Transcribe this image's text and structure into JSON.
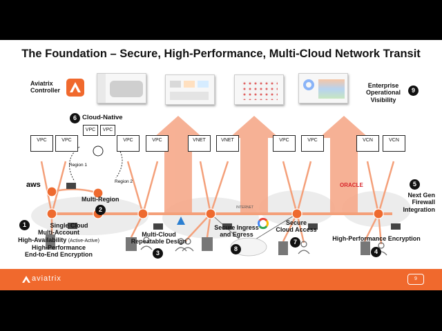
{
  "title": "The Foundation – Secure, High-Performance, Multi-Cloud Network Transit",
  "controller": {
    "line1": "Aviatrix",
    "line2": "Controller"
  },
  "visibility": {
    "line1": "Enterprise",
    "line2": "Operational",
    "line3": "Visibility",
    "badge": "9"
  },
  "cloud_native": {
    "label": "Cloud-Native",
    "badge": "6",
    "boxes": [
      "VPC",
      "VPC"
    ]
  },
  "vpc_boxes": [
    "VPC",
    "VPC",
    "VPC",
    "VPC",
    "VNET",
    "VNET",
    "VPC",
    "VPC",
    "VCN",
    "VCN"
  ],
  "regions": {
    "r1": "Region 1",
    "r2": "Region 2"
  },
  "clouds": {
    "aws": "aws",
    "oracle": "ORACLE"
  },
  "internet": "INTERNET",
  "features": {
    "f1": {
      "badge": "1",
      "line1": "Single Cloud",
      "line2": "Multi-Account",
      "line3": "High-Availability",
      "line3_small": "(Active-Active)",
      "line4": "High-Performance",
      "line5": "End-to-End Encryption"
    },
    "f2": {
      "badge": "2",
      "label": "Multi-Region"
    },
    "f3": {
      "badge": "3",
      "line1": "Multi-Cloud",
      "line2": "Repeatable Design"
    },
    "f4": {
      "badge": "4",
      "label": "High-Performance Encryption"
    },
    "f5": {
      "badge": "5",
      "line1": "Next Gen",
      "line2": "Firewall",
      "line3": "Integration"
    },
    "f7": {
      "badge": "7",
      "line1": "Secure",
      "line2": "Cloud Access"
    },
    "f8": {
      "badge": "8",
      "line1": "Secure Ingress",
      "line2": "and Egress"
    }
  },
  "footer": {
    "brand": "aviatrix",
    "page": "9"
  },
  "colors": {
    "accent": "#f0692d",
    "arrow": "#f6a98a",
    "transit": "#f4a07a",
    "node": "#ee6a2f",
    "cloud": "#ececec"
  }
}
